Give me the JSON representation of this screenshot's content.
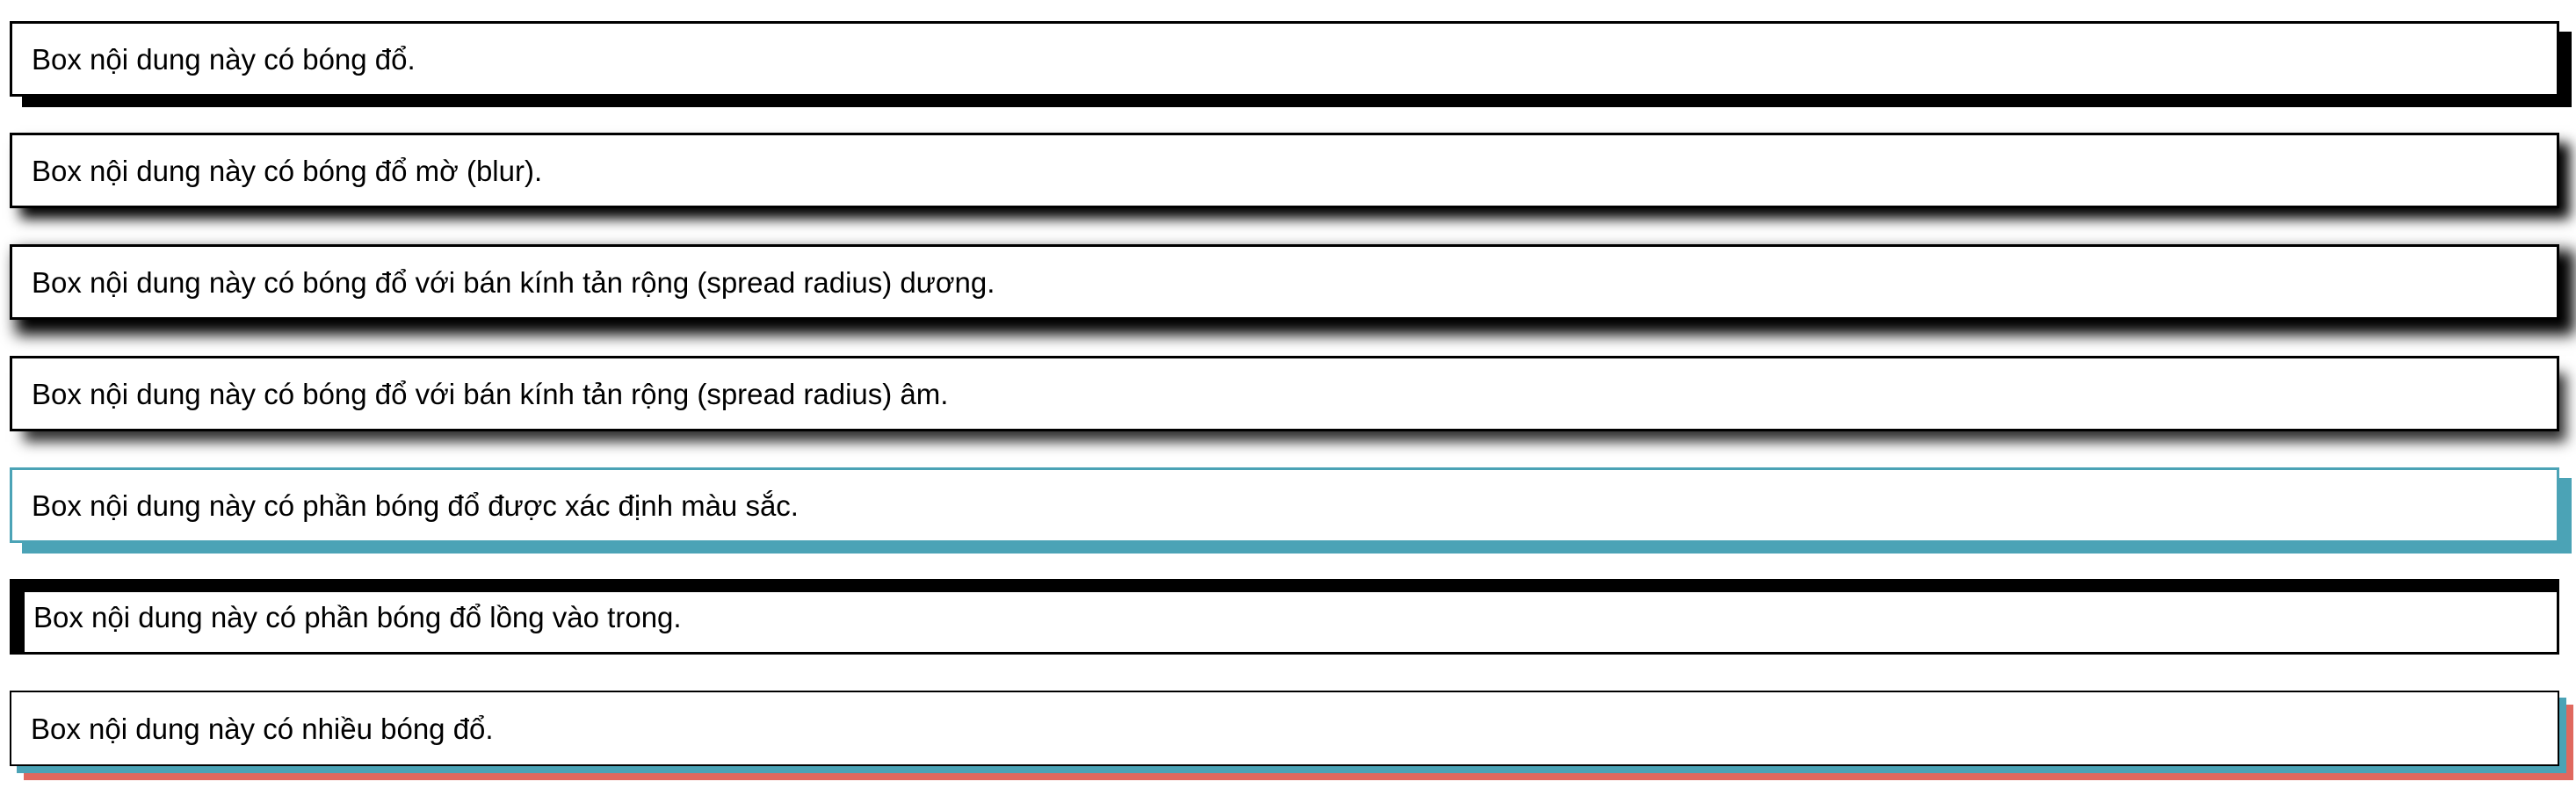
{
  "boxes": [
    {
      "text": "Box nội dung này có bóng đổ."
    },
    {
      "text": "Box nội dung này có bóng đổ mờ (blur)."
    },
    {
      "text": "Box nội dung này có bóng đổ với bán kính tản rộng (spread radius) dương."
    },
    {
      "text": "Box nội dung này có bóng đổ với bán kính tản rộng (spread radius) âm."
    },
    {
      "text": "Box nội dung này có phần bóng đổ được xác định màu sắc.",
      "shadow_color": "#4ba3b6"
    },
    {
      "text": "Box nội dung này có phần bóng đổ lồng vào trong."
    },
    {
      "text": "Box nội dung này có nhiều bóng đổ.",
      "shadow_colors": [
        "#4ba3b6",
        "#e0685e"
      ]
    }
  ]
}
